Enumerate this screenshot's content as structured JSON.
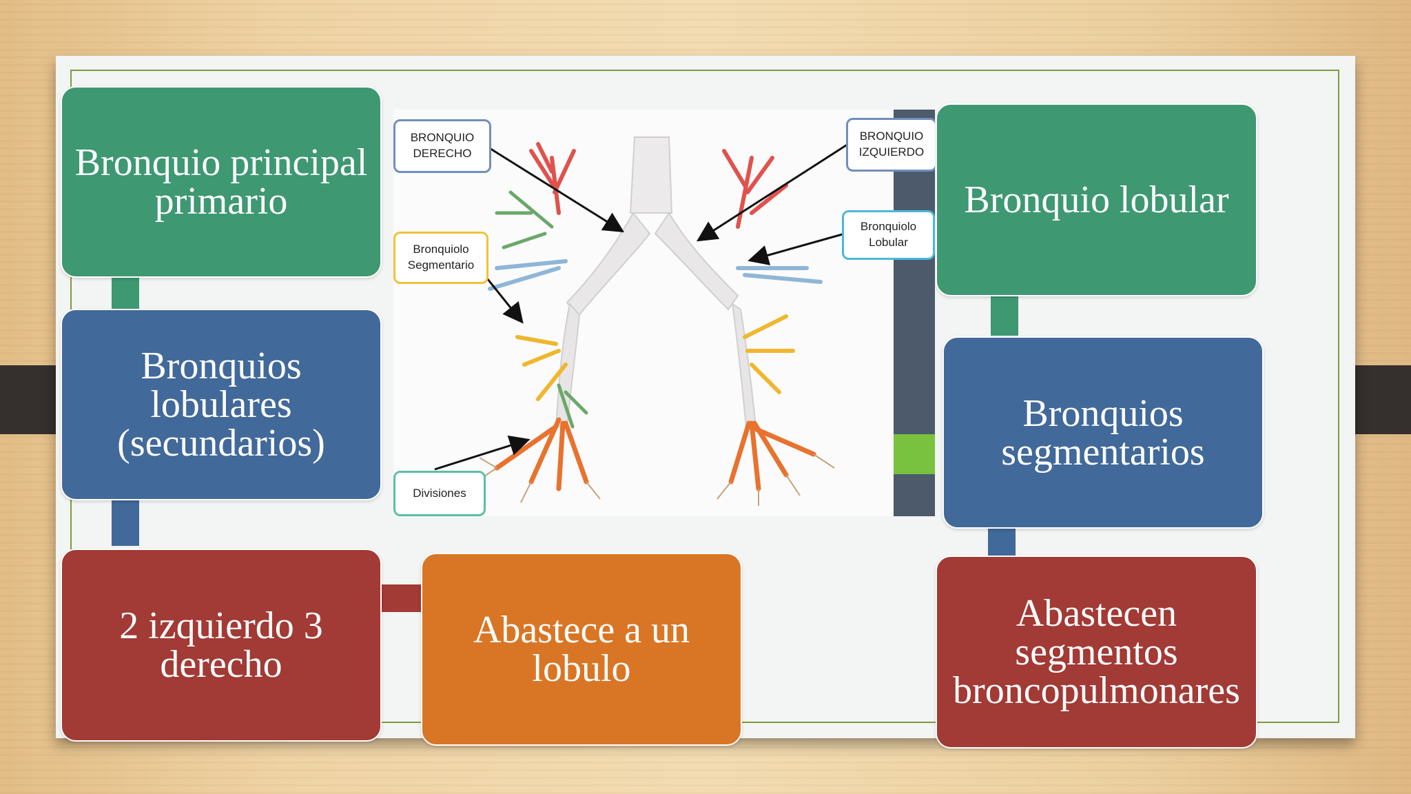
{
  "boxes": {
    "principal": "Bronquio principal\nprimario",
    "lobulares": "Bronquios\nlobulares\n(secundarios)",
    "izq_der": "2 izquierdo 3\nderecho",
    "abastece_lobulo": "Abastece a un\nlobulo",
    "lobular": "Bronquio lobular",
    "segmentarios": "Bronquios\nsegmentarios",
    "abastecen_segmentos": "Abastecen\nsegmentos\nbroncopulmonares"
  },
  "figure": {
    "callouts": {
      "bronquio_derecho": "BRONQUIO\nDERECHO",
      "bronquio_izquierdo": "BRONQUIO\nIZQUIERDO",
      "bronquiolo_segmentario": "Bronquiolo\nSegmentario",
      "bronquiolo_lobular": "Bronquiolo\nLobular",
      "divisiones": "Divisiones"
    }
  },
  "colors": {
    "green": "#3e9872",
    "blue": "#41699a",
    "red": "#a23a35",
    "orange": "#d97625",
    "frame": "#7e9b3b"
  }
}
